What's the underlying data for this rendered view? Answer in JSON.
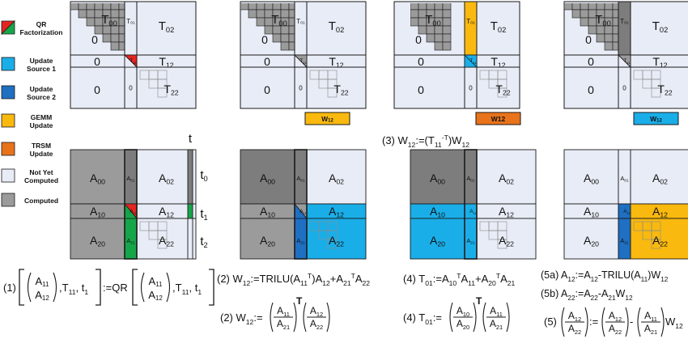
{
  "colors": {
    "qr": [
      "#e52620",
      "#16a64a"
    ],
    "update1": "#1aaee8",
    "update2": "#1f6fc2",
    "gemm": "#f9b90e",
    "trsm": "#e8731a",
    "notyet": "#e8ecf6",
    "computed": "#9b9b9b",
    "computed_dark": "#7d7d7d"
  },
  "legend": [
    {
      "key": "qr",
      "label": "QR\nFactorization"
    },
    {
      "key": "update1",
      "label": "Update\nSource 1"
    },
    {
      "key": "update2",
      "label": "Update\nSource 2"
    },
    {
      "key": "gemm",
      "label": "GEMM\nUpdate"
    },
    {
      "key": "trsm",
      "label": "TRSM\nUpdate"
    },
    {
      "key": "notyet",
      "label": "Not Yet\nComputed"
    },
    {
      "key": "computed",
      "label": "Computed"
    }
  ],
  "t_blocks": {
    "T00": {
      "main": "T",
      "sub": "00"
    },
    "T01": {
      "main": "T",
      "sub": "01"
    },
    "T02": {
      "main": "T",
      "sub": "02"
    },
    "T11": {
      "main": "T",
      "sub": "11"
    },
    "T12": {
      "main": "T",
      "sub": "12"
    },
    "T22": {
      "main": "T",
      "sub": "22"
    },
    "zero": "0"
  },
  "a_blocks": {
    "A00": {
      "main": "A",
      "sub": "00"
    },
    "A01": {
      "main": "A",
      "sub": "01"
    },
    "A02": {
      "main": "A",
      "sub": "02"
    },
    "A10": {
      "main": "A",
      "sub": "10"
    },
    "A11": {
      "main": "A",
      "sub": "11"
    },
    "A12": {
      "main": "A",
      "sub": "12"
    },
    "A20": {
      "main": "A",
      "sub": "20"
    },
    "A21": {
      "main": "A",
      "sub": "21"
    },
    "A22": {
      "main": "A",
      "sub": "22"
    }
  },
  "w12_bars": [
    {
      "main": "W",
      "sub": "12",
      "color": "#f9b90e"
    },
    {
      "main": "W12",
      "sub": "",
      "color": "#e8731a"
    },
    {
      "main": "W",
      "sub": "12",
      "color": "#1aaee8"
    }
  ],
  "tvector": {
    "title": "t",
    "t0": {
      "main": "t",
      "sub": "0"
    },
    "t1": {
      "main": "t",
      "sub": "1"
    },
    "t2": {
      "main": "t",
      "sub": "2"
    }
  },
  "equations": {
    "step3": "(3) W12:=(T11-T)W12",
    "step1": "(1) [(A11 A12),T11,t1] := QR [(A11 A12),T11,t1]",
    "step2a": "(2) W12:=TRILU(A11T)A12+A21TA22",
    "step2b": "(2) W12:= (A11/A21)T (A12/A22)",
    "step4a": "(4) T01:=A10TA11+A20TA21",
    "step4b": "(4) T01:= (A10/A20)T (A11/A21)",
    "step5a": "(5a) A12:=A12-TRILU(A11)W12",
    "step5b": "(5b) A22:=A22-A21W12",
    "step5": "(5) (A12/A22) := (A12/A22) - (A11/A21) W12"
  }
}
